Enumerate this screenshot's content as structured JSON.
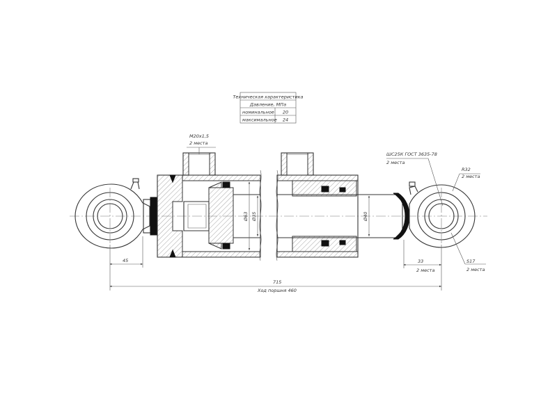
{
  "spec_table": {
    "title": "Техническая характеристика",
    "pressure_header": "Давление, МПа",
    "rows": [
      {
        "label": "номинальное",
        "value": "20"
      },
      {
        "label": "максимальное",
        "value": "24"
      }
    ]
  },
  "annotations": {
    "port_thread": "M20x1,5",
    "port_count": "2 места",
    "bearing": "ШС25К ГОСТ 3635-78",
    "bearing_count": "2 места",
    "radius": "R32",
    "radius_count": "2 места",
    "width": "S17",
    "width_count": "2 места",
    "dia_bore": "Ø63",
    "dia_rod_inner": "Ø35",
    "dia_rod": "Ø40",
    "dim_left": "45",
    "dim_right": "33",
    "dim_right_count": "2 места",
    "dim_total": "715",
    "stroke_label": "Ход поршня 460"
  }
}
